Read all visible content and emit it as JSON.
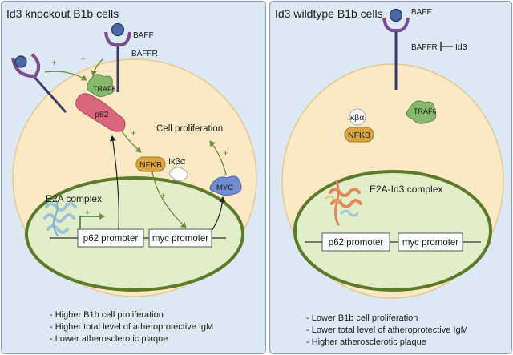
{
  "left_panel": {
    "title": "Id3 knockout B1b cells",
    "labels": {
      "baff": "BAFF",
      "baffr": "BAFFR",
      "traf6": "TRAF6",
      "p62": "p62",
      "nfkb": "NFKB",
      "ikba": "Iκβα",
      "myc": "MYC",
      "cell_proliferation": "Cell proliferation",
      "e2a_complex": "E2A complex",
      "p62_promoter": "p62 promoter",
      "myc_promoter": "myc promoter"
    },
    "plus": "+",
    "outcomes": [
      "- Higher B1b cell proliferation",
      "- Higher total level of atheroprotective IgM",
      "- Lower atherosclerotic plaque"
    ]
  },
  "right_panel": {
    "title": "Id3 wildtype B1b cells",
    "labels": {
      "baff": "BAFF",
      "baffr": "BAFFR",
      "id3": "Id3",
      "traf6": "TRAF6",
      "ikba": "Iκβα",
      "nfkb": "NFKB",
      "e2a_id3_complex": "E2A-Id3 complex",
      "p62_promoter": "p62 promoter",
      "myc_promoter": "myc promoter"
    },
    "outcomes": [
      "- Lower B1b cell proliferation",
      "- Lower total level of atheroprotective IgM",
      "- Higher atherosclerotic plaque"
    ]
  },
  "colors": {
    "panel_bg": "#dce9f5",
    "cell_fill": "#fbe8c4",
    "nucleus_fill": "#e2eec9",
    "nucleus_stroke": "#5b7a2a",
    "receptor": "#3d3b6b",
    "ligand": "#4a68a5",
    "traf6": "#86b86d",
    "p62": "#d9667c",
    "nfkb": "#d9a640",
    "myc": "#6f8ed0",
    "arrow_green": "#6a8e3c"
  }
}
